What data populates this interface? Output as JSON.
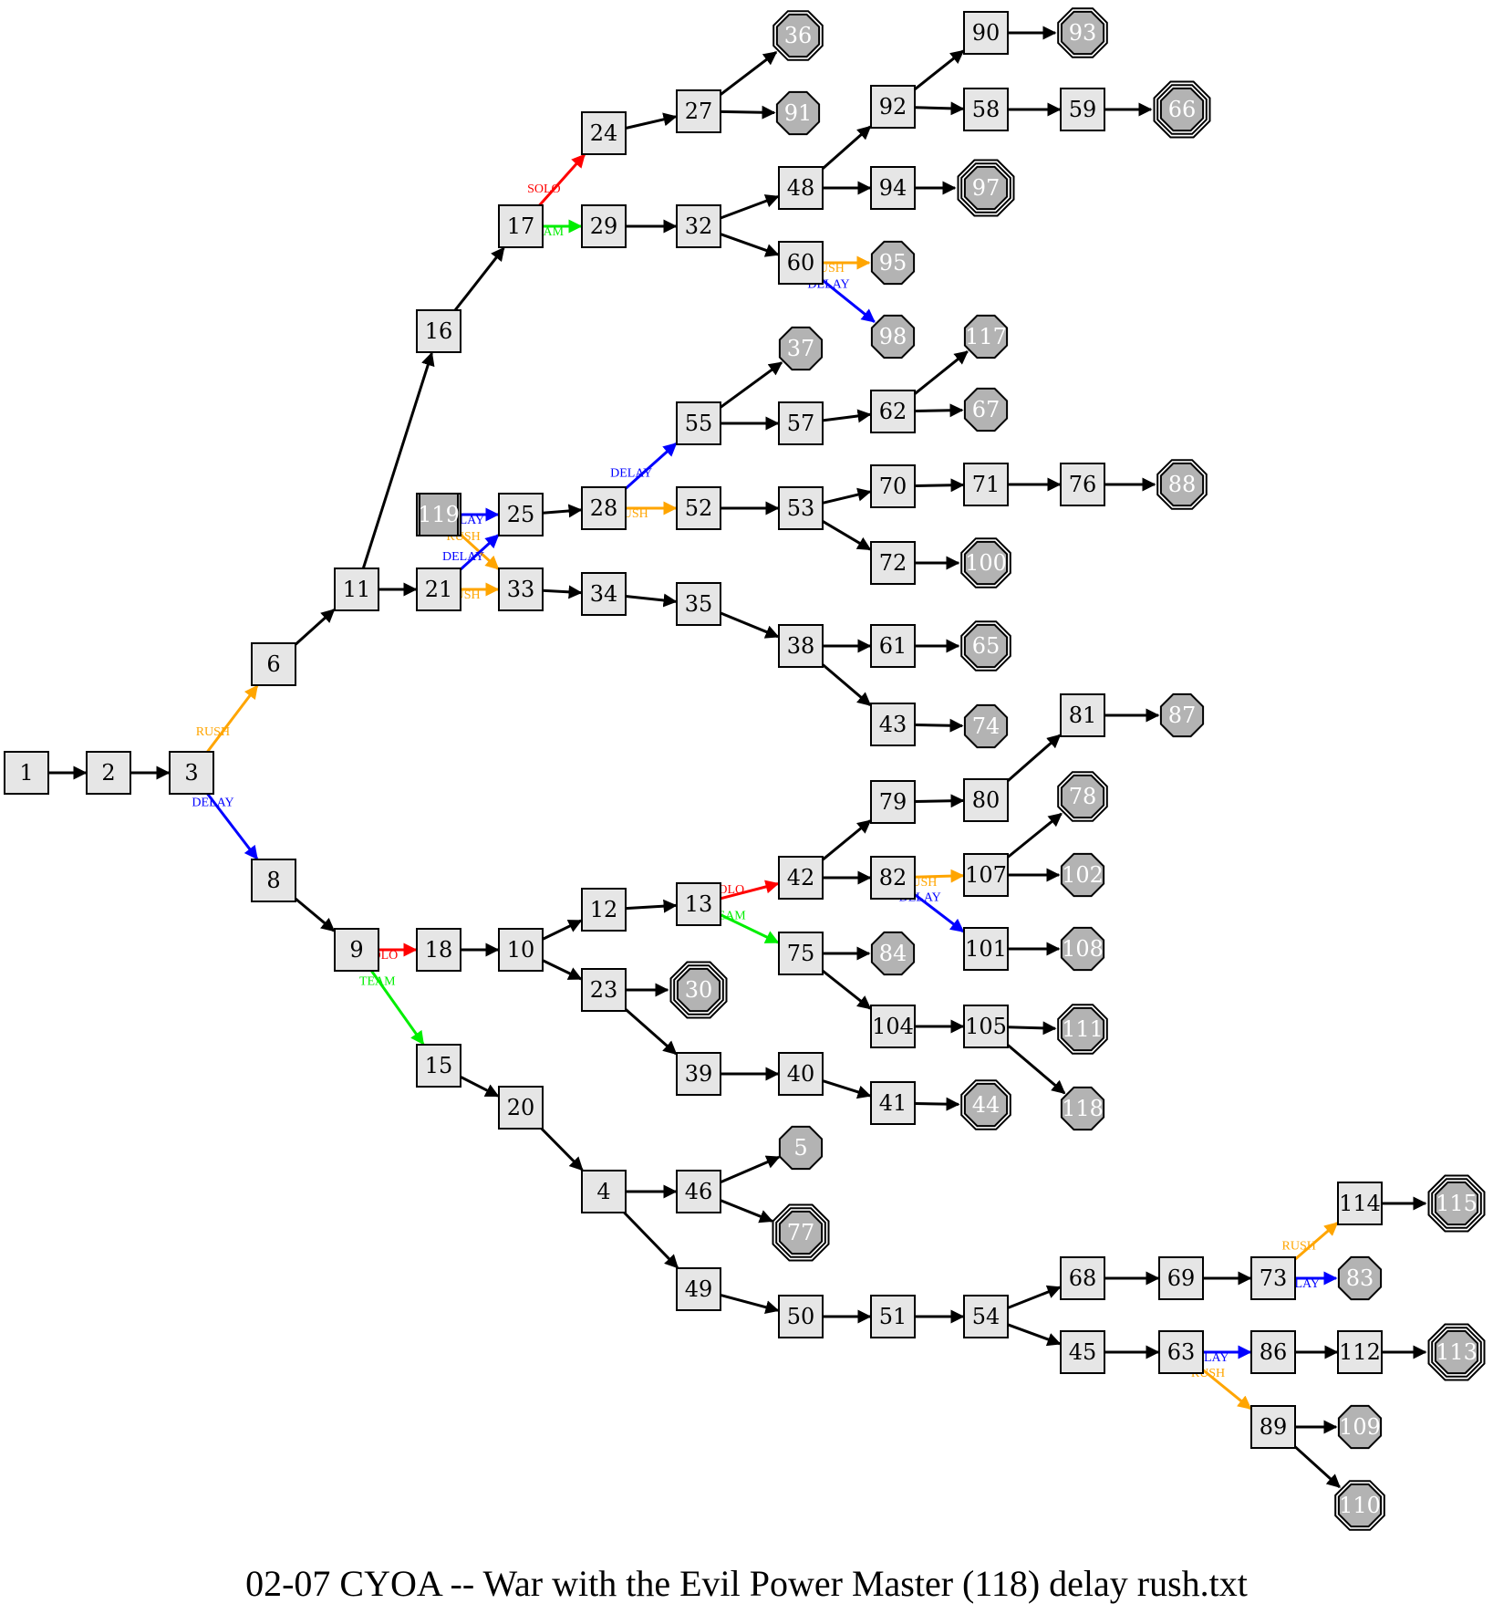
{
  "caption": "02-07 CYOA -- War with the Evil Power Master (118) delay rush.txt",
  "colors": {
    "node_fill": "#e6e6e6",
    "ending_fill": "#b3b3b3",
    "ending_text": "#ffffff",
    "edge_default": "#000000",
    "RUSH": "#ffa500",
    "DELAY": "#0000ff",
    "SOLO": "#ff0000",
    "TEAM": "#00ee00"
  },
  "nodes": [
    {
      "id": "1",
      "label": "1",
      "kind": "box"
    },
    {
      "id": "2",
      "label": "2",
      "kind": "box"
    },
    {
      "id": "3",
      "label": "3",
      "kind": "box"
    },
    {
      "id": "6",
      "label": "6",
      "kind": "box"
    },
    {
      "id": "8",
      "label": "8",
      "kind": "box"
    },
    {
      "id": "9",
      "label": "9",
      "kind": "box"
    },
    {
      "id": "11",
      "label": "11",
      "kind": "box"
    },
    {
      "id": "16",
      "label": "16",
      "kind": "box"
    },
    {
      "id": "17",
      "label": "17",
      "kind": "box"
    },
    {
      "id": "24",
      "label": "24",
      "kind": "box"
    },
    {
      "id": "27",
      "label": "27",
      "kind": "box"
    },
    {
      "id": "36",
      "label": "36",
      "kind": "ending-double"
    },
    {
      "id": "91",
      "label": "91",
      "kind": "ending"
    },
    {
      "id": "29",
      "label": "29",
      "kind": "box"
    },
    {
      "id": "32",
      "label": "32",
      "kind": "box"
    },
    {
      "id": "48",
      "label": "48",
      "kind": "box"
    },
    {
      "id": "60",
      "label": "60",
      "kind": "box"
    },
    {
      "id": "92",
      "label": "92",
      "kind": "box"
    },
    {
      "id": "94",
      "label": "94",
      "kind": "box"
    },
    {
      "id": "90",
      "label": "90",
      "kind": "box"
    },
    {
      "id": "93",
      "label": "93",
      "kind": "ending-double"
    },
    {
      "id": "58",
      "label": "58",
      "kind": "box"
    },
    {
      "id": "59",
      "label": "59",
      "kind": "box"
    },
    {
      "id": "66",
      "label": "66",
      "kind": "ending-triple"
    },
    {
      "id": "97",
      "label": "97",
      "kind": "ending-triple"
    },
    {
      "id": "95",
      "label": "95",
      "kind": "ending"
    },
    {
      "id": "98",
      "label": "98",
      "kind": "ending"
    },
    {
      "id": "119",
      "label": "119",
      "kind": "box-special"
    },
    {
      "id": "21",
      "label": "21",
      "kind": "box"
    },
    {
      "id": "25",
      "label": "25",
      "kind": "box"
    },
    {
      "id": "33",
      "label": "33",
      "kind": "box"
    },
    {
      "id": "28",
      "label": "28",
      "kind": "box"
    },
    {
      "id": "55",
      "label": "55",
      "kind": "box"
    },
    {
      "id": "52",
      "label": "52",
      "kind": "box"
    },
    {
      "id": "37",
      "label": "37",
      "kind": "ending"
    },
    {
      "id": "57",
      "label": "57",
      "kind": "box"
    },
    {
      "id": "62",
      "label": "62",
      "kind": "box"
    },
    {
      "id": "117",
      "label": "117",
      "kind": "ending"
    },
    {
      "id": "67",
      "label": "67",
      "kind": "ending"
    },
    {
      "id": "53",
      "label": "53",
      "kind": "box"
    },
    {
      "id": "70",
      "label": "70",
      "kind": "box"
    },
    {
      "id": "71",
      "label": "71",
      "kind": "box"
    },
    {
      "id": "76",
      "label": "76",
      "kind": "box"
    },
    {
      "id": "88",
      "label": "88",
      "kind": "ending-double"
    },
    {
      "id": "72",
      "label": "72",
      "kind": "box"
    },
    {
      "id": "100",
      "label": "100",
      "kind": "ending-double"
    },
    {
      "id": "34",
      "label": "34",
      "kind": "box"
    },
    {
      "id": "35",
      "label": "35",
      "kind": "box"
    },
    {
      "id": "38",
      "label": "38",
      "kind": "box"
    },
    {
      "id": "61",
      "label": "61",
      "kind": "box"
    },
    {
      "id": "65",
      "label": "65",
      "kind": "ending-double"
    },
    {
      "id": "43",
      "label": "43",
      "kind": "box"
    },
    {
      "id": "74",
      "label": "74",
      "kind": "ending"
    },
    {
      "id": "18",
      "label": "18",
      "kind": "box"
    },
    {
      "id": "10",
      "label": "10",
      "kind": "box"
    },
    {
      "id": "12",
      "label": "12",
      "kind": "box"
    },
    {
      "id": "13",
      "label": "13",
      "kind": "box"
    },
    {
      "id": "42",
      "label": "42",
      "kind": "box"
    },
    {
      "id": "75",
      "label": "75",
      "kind": "box"
    },
    {
      "id": "79",
      "label": "79",
      "kind": "box"
    },
    {
      "id": "80",
      "label": "80",
      "kind": "box"
    },
    {
      "id": "81",
      "label": "81",
      "kind": "box"
    },
    {
      "id": "87",
      "label": "87",
      "kind": "ending"
    },
    {
      "id": "82",
      "label": "82",
      "kind": "box"
    },
    {
      "id": "107",
      "label": "107",
      "kind": "box"
    },
    {
      "id": "78",
      "label": "78",
      "kind": "ending-double"
    },
    {
      "id": "102",
      "label": "102",
      "kind": "ending"
    },
    {
      "id": "101",
      "label": "101",
      "kind": "box"
    },
    {
      "id": "108",
      "label": "108",
      "kind": "ending"
    },
    {
      "id": "84",
      "label": "84",
      "kind": "ending"
    },
    {
      "id": "104",
      "label": "104",
      "kind": "box"
    },
    {
      "id": "105",
      "label": "105",
      "kind": "box"
    },
    {
      "id": "111",
      "label": "111",
      "kind": "ending-double"
    },
    {
      "id": "118",
      "label": "118",
      "kind": "ending"
    },
    {
      "id": "23",
      "label": "23",
      "kind": "box"
    },
    {
      "id": "30",
      "label": "30",
      "kind": "ending-triple"
    },
    {
      "id": "39",
      "label": "39",
      "kind": "box"
    },
    {
      "id": "40",
      "label": "40",
      "kind": "box"
    },
    {
      "id": "41",
      "label": "41",
      "kind": "box"
    },
    {
      "id": "44",
      "label": "44",
      "kind": "ending-double"
    },
    {
      "id": "15",
      "label": "15",
      "kind": "box"
    },
    {
      "id": "20",
      "label": "20",
      "kind": "box"
    },
    {
      "id": "4",
      "label": "4",
      "kind": "box"
    },
    {
      "id": "46",
      "label": "46",
      "kind": "box"
    },
    {
      "id": "5",
      "label": "5",
      "kind": "ending"
    },
    {
      "id": "77",
      "label": "77",
      "kind": "ending-triple"
    },
    {
      "id": "49",
      "label": "49",
      "kind": "box"
    },
    {
      "id": "50",
      "label": "50",
      "kind": "box"
    },
    {
      "id": "51",
      "label": "51",
      "kind": "box"
    },
    {
      "id": "54",
      "label": "54",
      "kind": "box"
    },
    {
      "id": "68",
      "label": "68",
      "kind": "box"
    },
    {
      "id": "69",
      "label": "69",
      "kind": "box"
    },
    {
      "id": "73",
      "label": "73",
      "kind": "box"
    },
    {
      "id": "114",
      "label": "114",
      "kind": "box"
    },
    {
      "id": "115",
      "label": "115",
      "kind": "ending-triple"
    },
    {
      "id": "83",
      "label": "83",
      "kind": "ending"
    },
    {
      "id": "45",
      "label": "45",
      "kind": "box"
    },
    {
      "id": "63",
      "label": "63",
      "kind": "box"
    },
    {
      "id": "86",
      "label": "86",
      "kind": "box"
    },
    {
      "id": "112",
      "label": "112",
      "kind": "box"
    },
    {
      "id": "113",
      "label": "113",
      "kind": "ending-triple"
    },
    {
      "id": "89",
      "label": "89",
      "kind": "box"
    },
    {
      "id": "109",
      "label": "109",
      "kind": "ending"
    },
    {
      "id": "110",
      "label": "110",
      "kind": "ending-double"
    }
  ],
  "edges": [
    {
      "from": "1",
      "to": "2"
    },
    {
      "from": "2",
      "to": "3"
    },
    {
      "from": "3",
      "to": "6",
      "label": "RUSH"
    },
    {
      "from": "3",
      "to": "8",
      "label": "DELAY"
    },
    {
      "from": "6",
      "to": "11"
    },
    {
      "from": "11",
      "to": "16"
    },
    {
      "from": "11",
      "to": "21"
    },
    {
      "from": "16",
      "to": "17"
    },
    {
      "from": "17",
      "to": "24",
      "label": "SOLO"
    },
    {
      "from": "17",
      "to": "29",
      "label": "TEAM"
    },
    {
      "from": "24",
      "to": "27"
    },
    {
      "from": "27",
      "to": "36"
    },
    {
      "from": "27",
      "to": "91"
    },
    {
      "from": "29",
      "to": "32"
    },
    {
      "from": "32",
      "to": "48"
    },
    {
      "from": "32",
      "to": "60"
    },
    {
      "from": "48",
      "to": "92"
    },
    {
      "from": "48",
      "to": "94"
    },
    {
      "from": "92",
      "to": "90"
    },
    {
      "from": "92",
      "to": "58"
    },
    {
      "from": "90",
      "to": "93"
    },
    {
      "from": "58",
      "to": "59"
    },
    {
      "from": "59",
      "to": "66"
    },
    {
      "from": "94",
      "to": "97"
    },
    {
      "from": "60",
      "to": "95",
      "label": "RUSH"
    },
    {
      "from": "60",
      "to": "98",
      "label": "DELAY"
    },
    {
      "from": "119",
      "to": "25",
      "label": "DELAY"
    },
    {
      "from": "119",
      "to": "33",
      "label": "RUSH"
    },
    {
      "from": "21",
      "to": "25",
      "label": "DELAY"
    },
    {
      "from": "21",
      "to": "33",
      "label": "RUSH"
    },
    {
      "from": "25",
      "to": "28"
    },
    {
      "from": "28",
      "to": "55",
      "label": "DELAY"
    },
    {
      "from": "28",
      "to": "52",
      "label": "RUSH"
    },
    {
      "from": "55",
      "to": "37"
    },
    {
      "from": "55",
      "to": "57"
    },
    {
      "from": "57",
      "to": "62"
    },
    {
      "from": "62",
      "to": "117"
    },
    {
      "from": "62",
      "to": "67"
    },
    {
      "from": "52",
      "to": "53"
    },
    {
      "from": "53",
      "to": "70"
    },
    {
      "from": "53",
      "to": "72"
    },
    {
      "from": "70",
      "to": "71"
    },
    {
      "from": "71",
      "to": "76"
    },
    {
      "from": "76",
      "to": "88"
    },
    {
      "from": "72",
      "to": "100"
    },
    {
      "from": "33",
      "to": "34"
    },
    {
      "from": "34",
      "to": "35"
    },
    {
      "from": "35",
      "to": "38"
    },
    {
      "from": "38",
      "to": "61"
    },
    {
      "from": "38",
      "to": "43"
    },
    {
      "from": "61",
      "to": "65"
    },
    {
      "from": "43",
      "to": "74"
    },
    {
      "from": "8",
      "to": "9"
    },
    {
      "from": "9",
      "to": "18",
      "label": "SOLO"
    },
    {
      "from": "9",
      "to": "15",
      "label": "TEAM"
    },
    {
      "from": "18",
      "to": "10"
    },
    {
      "from": "10",
      "to": "12"
    },
    {
      "from": "10",
      "to": "23"
    },
    {
      "from": "12",
      "to": "13"
    },
    {
      "from": "13",
      "to": "42",
      "label": "SOLO"
    },
    {
      "from": "13",
      "to": "75",
      "label": "TEAM"
    },
    {
      "from": "42",
      "to": "79"
    },
    {
      "from": "42",
      "to": "82"
    },
    {
      "from": "79",
      "to": "80"
    },
    {
      "from": "80",
      "to": "81"
    },
    {
      "from": "81",
      "to": "87"
    },
    {
      "from": "82",
      "to": "107",
      "label": "RUSH"
    },
    {
      "from": "82",
      "to": "101",
      "label": "DELAY"
    },
    {
      "from": "107",
      "to": "78"
    },
    {
      "from": "107",
      "to": "102"
    },
    {
      "from": "101",
      "to": "108"
    },
    {
      "from": "75",
      "to": "84"
    },
    {
      "from": "75",
      "to": "104"
    },
    {
      "from": "104",
      "to": "105"
    },
    {
      "from": "105",
      "to": "111"
    },
    {
      "from": "105",
      "to": "118"
    },
    {
      "from": "23",
      "to": "30"
    },
    {
      "from": "23",
      "to": "39"
    },
    {
      "from": "39",
      "to": "40"
    },
    {
      "from": "40",
      "to": "41"
    },
    {
      "from": "41",
      "to": "44"
    },
    {
      "from": "15",
      "to": "20"
    },
    {
      "from": "20",
      "to": "4"
    },
    {
      "from": "4",
      "to": "46"
    },
    {
      "from": "4",
      "to": "49"
    },
    {
      "from": "46",
      "to": "5"
    },
    {
      "from": "46",
      "to": "77"
    },
    {
      "from": "49",
      "to": "50"
    },
    {
      "from": "50",
      "to": "51"
    },
    {
      "from": "51",
      "to": "54"
    },
    {
      "from": "54",
      "to": "68"
    },
    {
      "from": "54",
      "to": "45"
    },
    {
      "from": "68",
      "to": "69"
    },
    {
      "from": "69",
      "to": "73"
    },
    {
      "from": "73",
      "to": "114",
      "label": "RUSH"
    },
    {
      "from": "73",
      "to": "83",
      "label": "DELAY"
    },
    {
      "from": "114",
      "to": "115"
    },
    {
      "from": "45",
      "to": "63"
    },
    {
      "from": "63",
      "to": "86",
      "label": "DELAY"
    },
    {
      "from": "63",
      "to": "89",
      "label": "RUSH"
    },
    {
      "from": "86",
      "to": "112"
    },
    {
      "from": "112",
      "to": "113"
    },
    {
      "from": "89",
      "to": "109"
    },
    {
      "from": "89",
      "to": "110"
    }
  ]
}
